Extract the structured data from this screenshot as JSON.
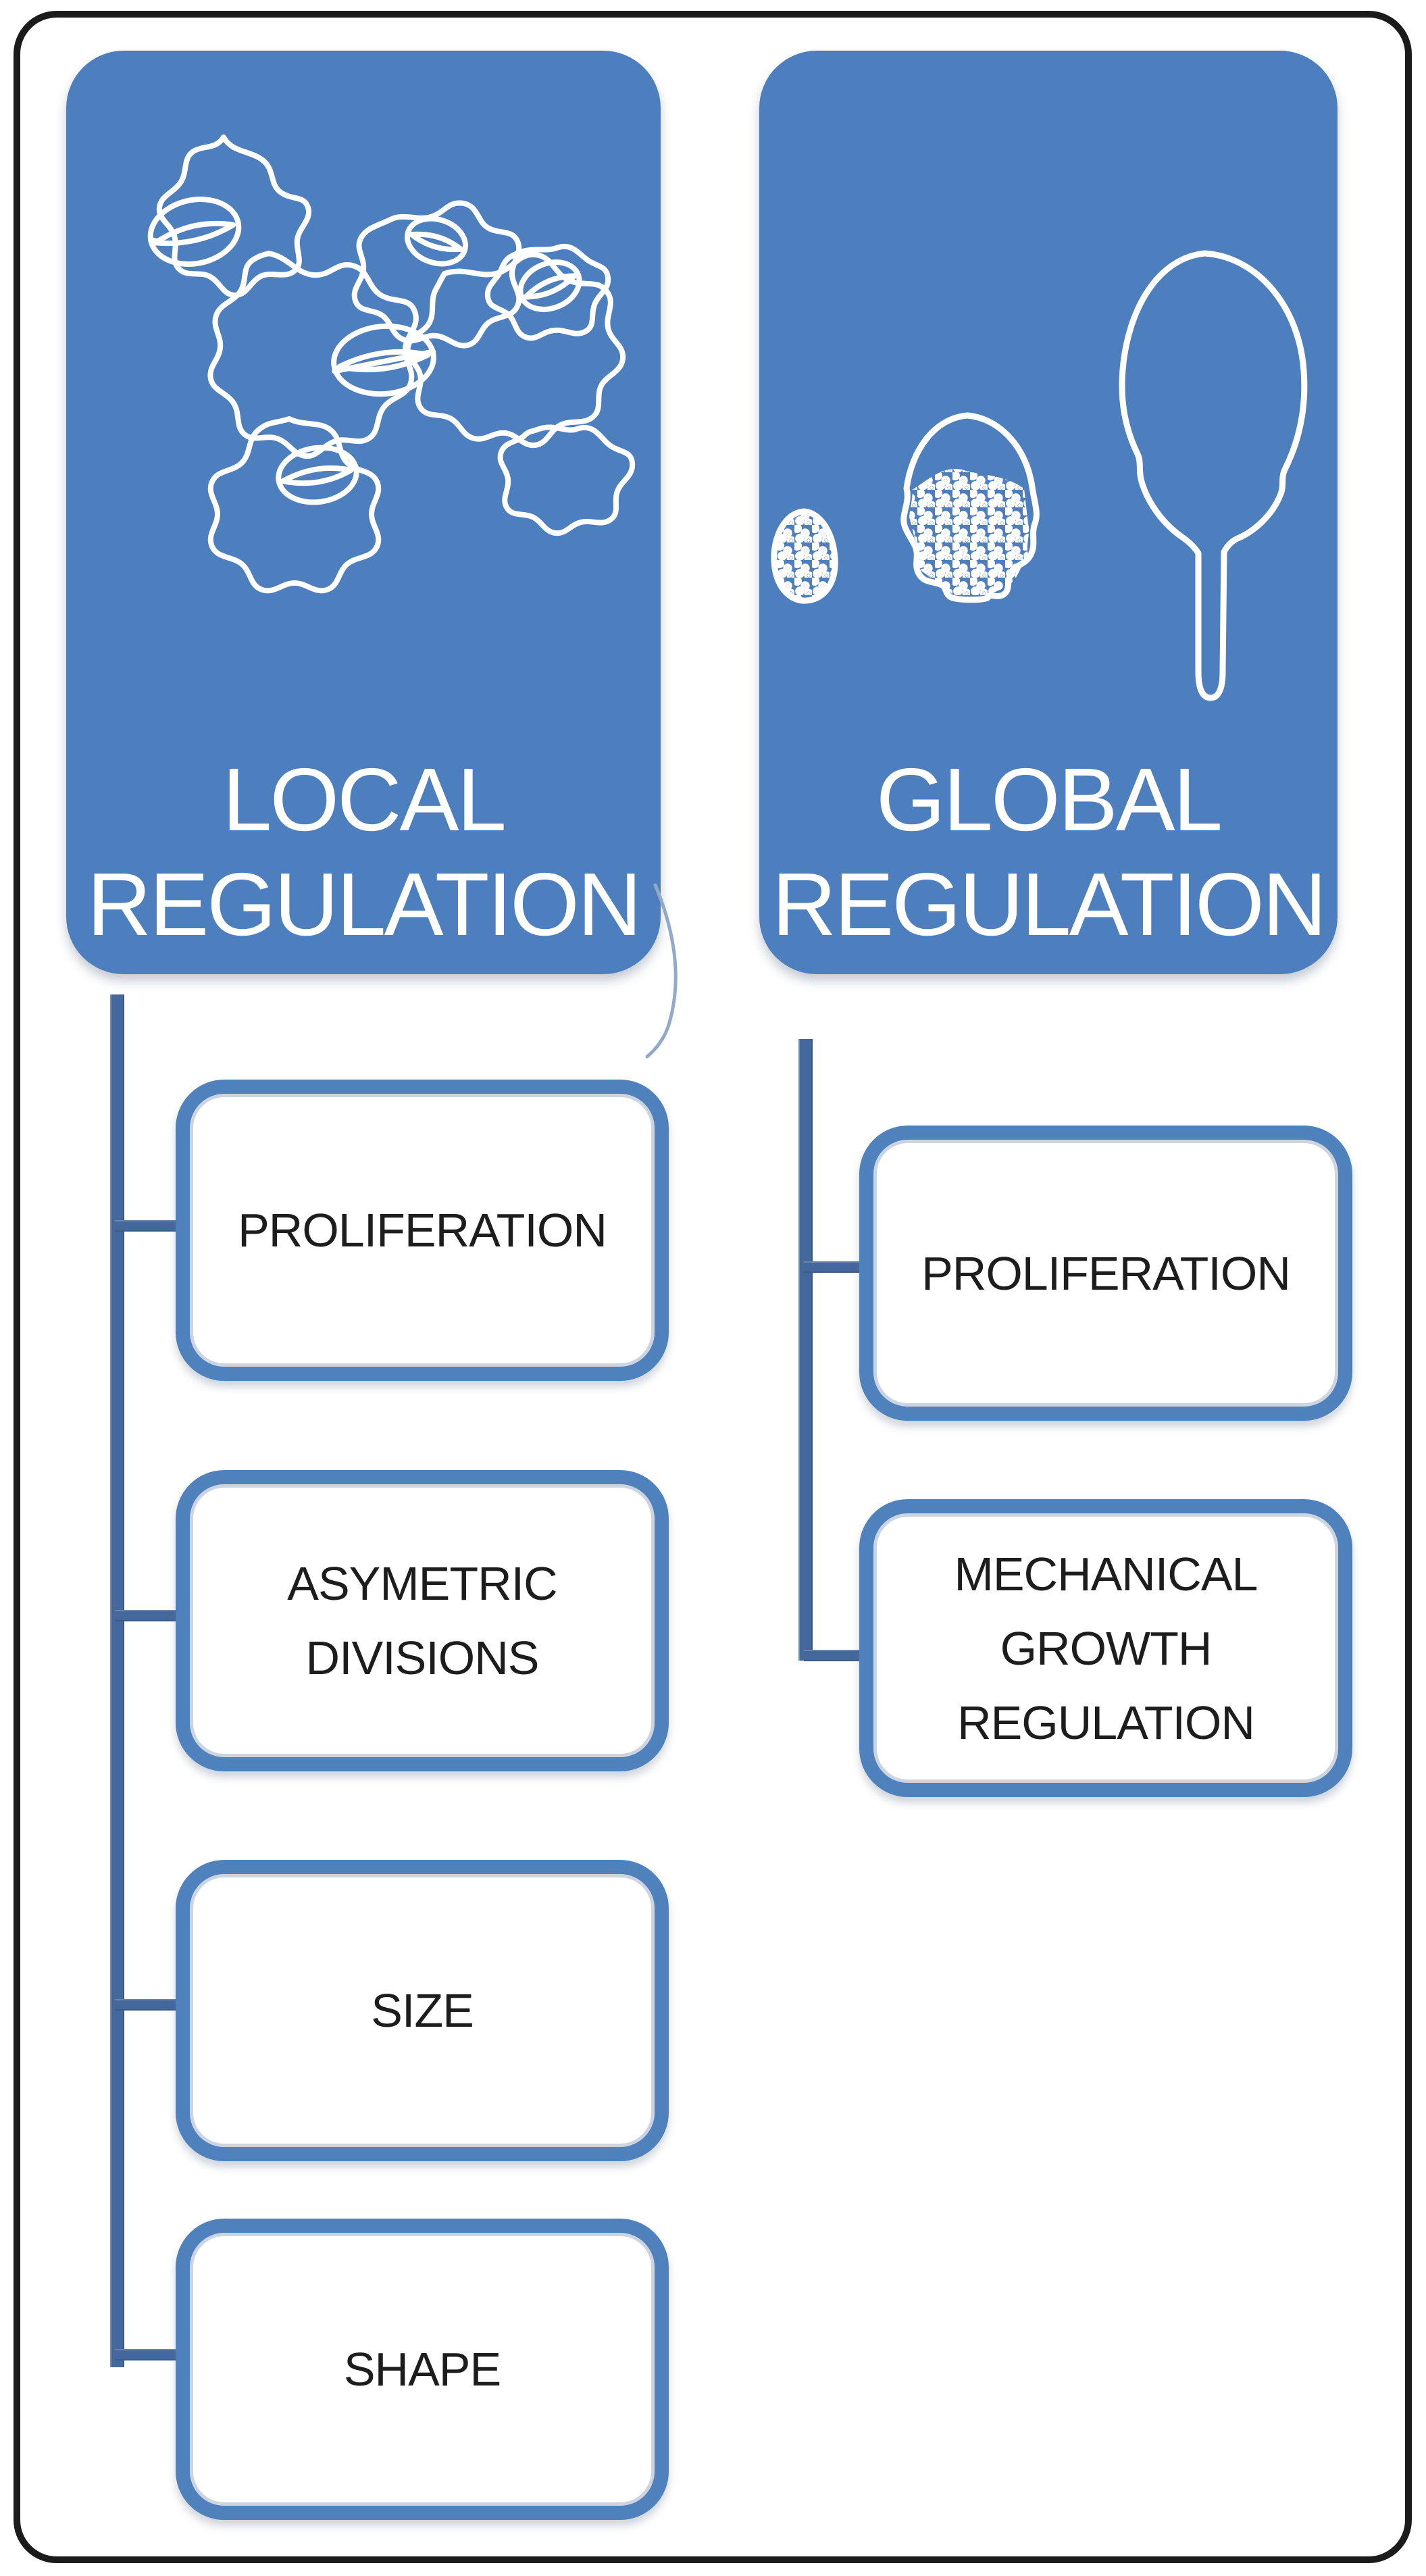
{
  "figure_kind": "two-column hierarchy diagram on leaf growth regulation",
  "palette": {
    "panel_fill": "#4d7ebd",
    "node_border": "#4f81bd",
    "connector": "#44689c",
    "frame": "#1b1b1b",
    "header_text": "#ffffff",
    "label_text": "#1d1d1d",
    "background": "#ffffff"
  },
  "icons": {
    "pavement_cells": "jigsaw-shaped-epidermal-cell-outlines-with-stomata",
    "stoma": "ellipse-with-lens-slit",
    "leaf_stages": "stippled-leaf-primordia-and-mature-leaf-outline"
  },
  "local_column": {
    "header": {
      "line1": "LOCAL",
      "line2": "REGULATION"
    },
    "items": [
      {
        "lines": [
          "PROLIFERATION"
        ]
      },
      {
        "lines": [
          "ASYMETRIC",
          "DIVISIONS"
        ]
      },
      {
        "lines": [
          "SIZE"
        ]
      },
      {
        "lines": [
          "SHAPE"
        ]
      }
    ]
  },
  "global_column": {
    "header": {
      "line1": "GLOBAL",
      "line2": "REGULATION"
    },
    "items": [
      {
        "lines": [
          "PROLIFERATION"
        ]
      },
      {
        "lines": [
          "MECHANICAL",
          "GROWTH",
          "REGULATION"
        ]
      }
    ]
  }
}
